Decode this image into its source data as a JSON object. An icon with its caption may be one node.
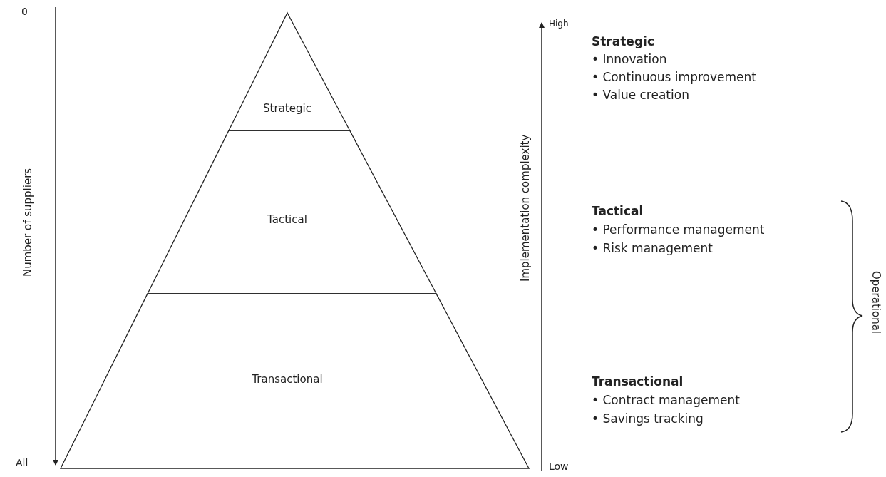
{
  "diagram": {
    "nodes": [
      {
        "text": [
          "Strategic"
        ]
      },
      {
        "text": [
          "Tactical"
        ]
      },
      {
        "text": [
          "Transactional"
        ]
      }
    ],
    "labels": [
      "0",
      "Number of suppliers",
      "All",
      "High",
      "Implementation complexity",
      "Low",
      "Strategic",
      "• Innovation",
      "• Continuous improvement",
      "• Value creation",
      "Tactical",
      "• Performance management",
      "• Risk management",
      "Transactional",
      "• Contract management",
      "• Savings tracking",
      "Operational"
    ]
  }
}
